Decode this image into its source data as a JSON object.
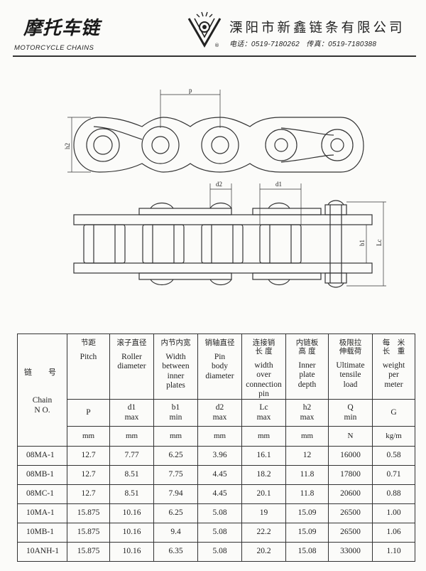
{
  "header": {
    "title_cn": "摩托车链",
    "title_en": "MOTORCYCLE CHAINS",
    "company": "溧阳市新鑫链条有限公司",
    "phone": "电话：0519-7180262",
    "fax": "传真：0519-7180388"
  },
  "drawing": {
    "p": "p",
    "h2": "h2",
    "d2": "d2",
    "d1": "d1",
    "b1": "b1",
    "lc": "Lc"
  },
  "table": {
    "model_header": {
      "cn": "链　号",
      "en": "Chain\nN O."
    },
    "columns": [
      {
        "cn": "节距",
        "en": "Pitch",
        "symbol": "P",
        "unit": "mm"
      },
      {
        "cn": "滚子直径",
        "en": "Roller\ndiameter",
        "symbol": "d1\nmax",
        "unit": "mm"
      },
      {
        "cn": "内节内宽",
        "en": "Width\nbetween\ninner\nplates",
        "symbol": "b1\nmin",
        "unit": "mm"
      },
      {
        "cn": "销轴直径",
        "en": "Pin\nbody\ndiameter",
        "symbol": "d2\nmax",
        "unit": "mm"
      },
      {
        "cn": "连接销\n长 度",
        "en": "width\nover\nconnection\npin",
        "symbol": "Lc\nmax",
        "unit": "mm"
      },
      {
        "cn": "内链板\n高 度",
        "en": "Inner\nplate\ndepth",
        "symbol": "h2\nmax",
        "unit": "mm"
      },
      {
        "cn": "极限拉\n伸载荷",
        "en": "Ultimate\ntensile\nload",
        "symbol": "Q\nmin",
        "unit": "N"
      },
      {
        "cn": "每　米\n长　重",
        "en": "weight\nper\nmeter",
        "symbol": "G",
        "unit": "kg/m"
      }
    ],
    "rows": [
      {
        "model": "08MA-1",
        "values": [
          "12.7",
          "7.77",
          "6.25",
          "3.96",
          "16.1",
          "12",
          "16000",
          "0.58"
        ]
      },
      {
        "model": "08MB-1",
        "values": [
          "12.7",
          "8.51",
          "7.75",
          "4.45",
          "18.2",
          "11.8",
          "17800",
          "0.71"
        ]
      },
      {
        "model": "08MC-1",
        "values": [
          "12.7",
          "8.51",
          "7.94",
          "4.45",
          "20.1",
          "11.8",
          "20600",
          "0.88"
        ]
      },
      {
        "model": "10MA-1",
        "values": [
          "15.875",
          "10.16",
          "6.25",
          "5.08",
          "19",
          "15.09",
          "26500",
          "1.00"
        ]
      },
      {
        "model": "10MB-1",
        "values": [
          "15.875",
          "10.16",
          "9.4",
          "5.08",
          "22.2",
          "15.09",
          "26500",
          "1.06"
        ]
      },
      {
        "model": "10ANH-1",
        "values": [
          "15.875",
          "10.16",
          "6.35",
          "5.08",
          "20.2",
          "15.08",
          "33000",
          "1.10"
        ]
      }
    ]
  }
}
